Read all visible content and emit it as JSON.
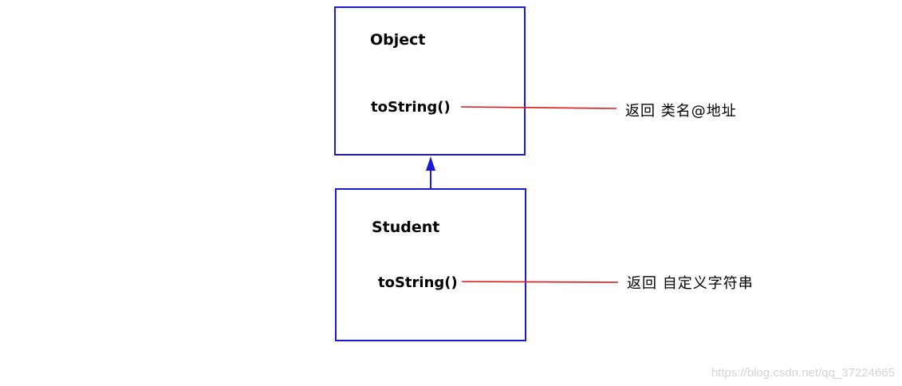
{
  "diagram": {
    "parent_class": {
      "name": "Object",
      "method": "toString()",
      "note": "返回 类名@地址"
    },
    "child_class": {
      "name": "Student",
      "method": "toString()",
      "note": "返回 自定义字符串"
    },
    "relation": "inheritance",
    "colors": {
      "box_border": "#1a1ad6",
      "arrow": "#1a1ad6",
      "leader_line": "#e01a1a",
      "text": "#000000",
      "watermark": "#d4d4d4"
    }
  },
  "watermark": "https://blog.csdn.net/qq_37224665"
}
